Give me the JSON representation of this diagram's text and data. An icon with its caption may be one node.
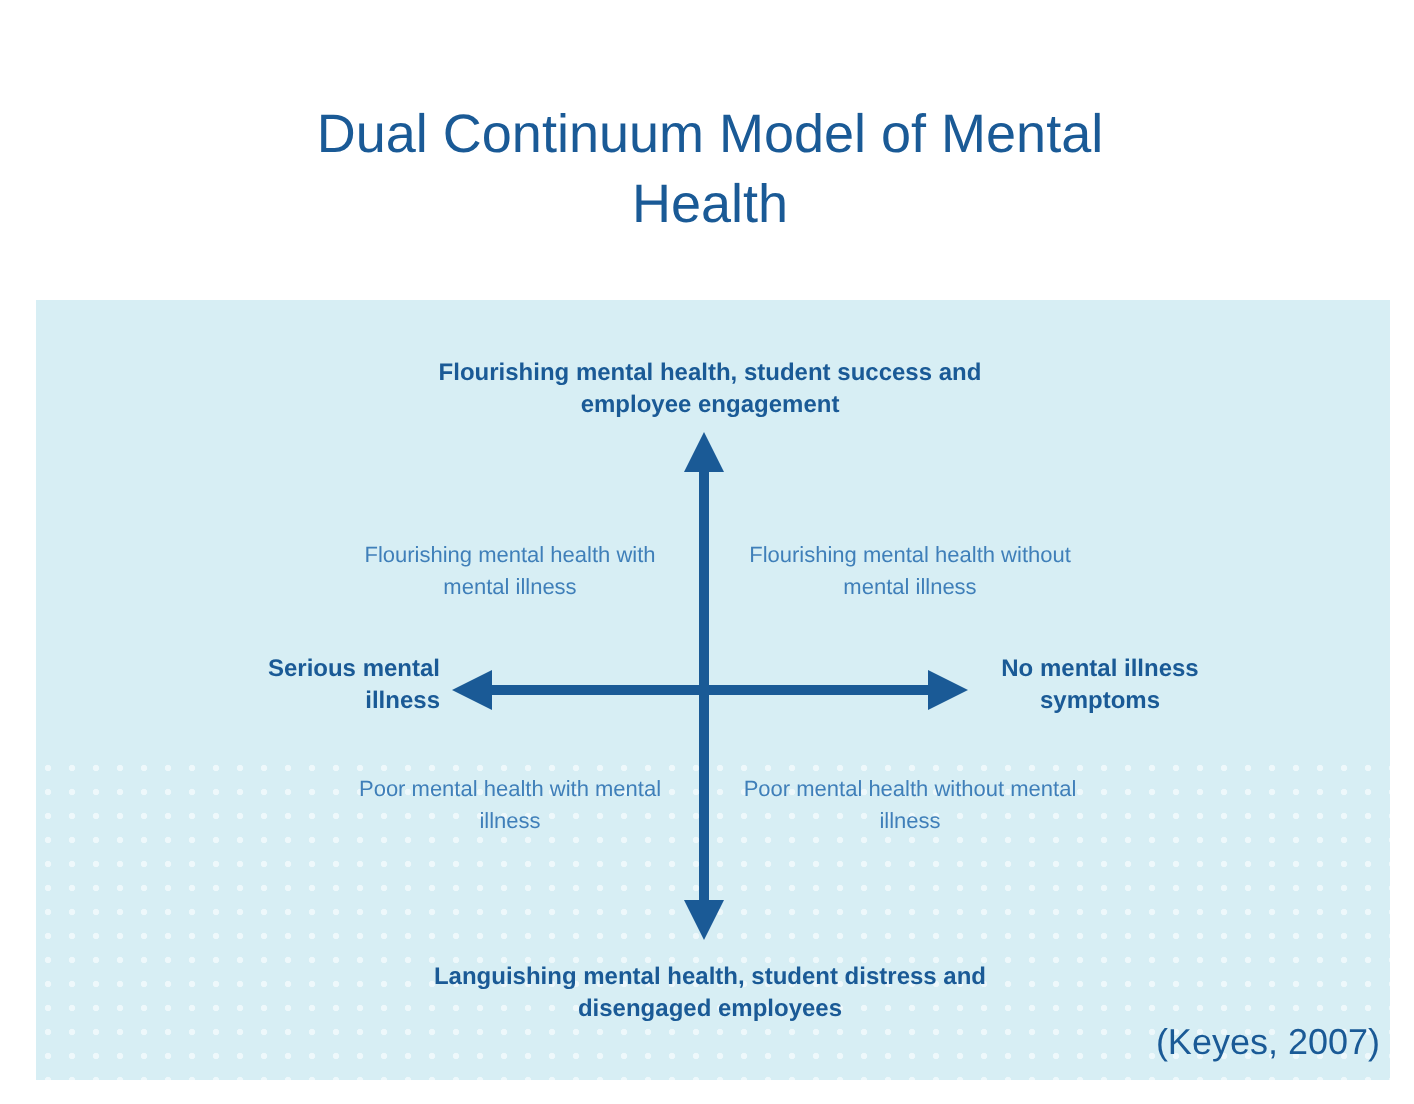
{
  "diagram": {
    "title": "Dual Continuum Model of Mental Health",
    "caption": "(Keyes, 2007)",
    "labels": [
      "Flourishing mental health, student success and employee engagement",
      "Flourishing mental health with mental illness",
      "Flourishing mental health without mental illness",
      "Serious mental illness",
      "No mental illness symptoms",
      "Poor mental health with mental illness",
      "Poor mental health without mental illness",
      "Languishing mental health, student distress and disengaged employees"
    ]
  }
}
